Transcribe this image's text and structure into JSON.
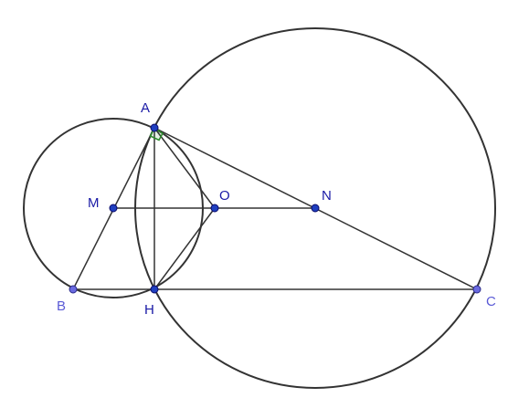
{
  "diagram": {
    "points": {
      "A": {
        "label": "A"
      },
      "B": {
        "label": "B"
      },
      "H": {
        "label": "H"
      },
      "C": {
        "label": "C"
      },
      "M": {
        "label": "M"
      },
      "O": {
        "label": "O"
      },
      "N": {
        "label": "N"
      }
    },
    "colors": {
      "stroke": "#333333",
      "point_fill": "#1f3fbf",
      "point_stroke": "#0a0a6a",
      "label_dark": "#1a1aa6",
      "label_light": "#5a5ad6",
      "right_angle": "#2e8b2e"
    }
  }
}
